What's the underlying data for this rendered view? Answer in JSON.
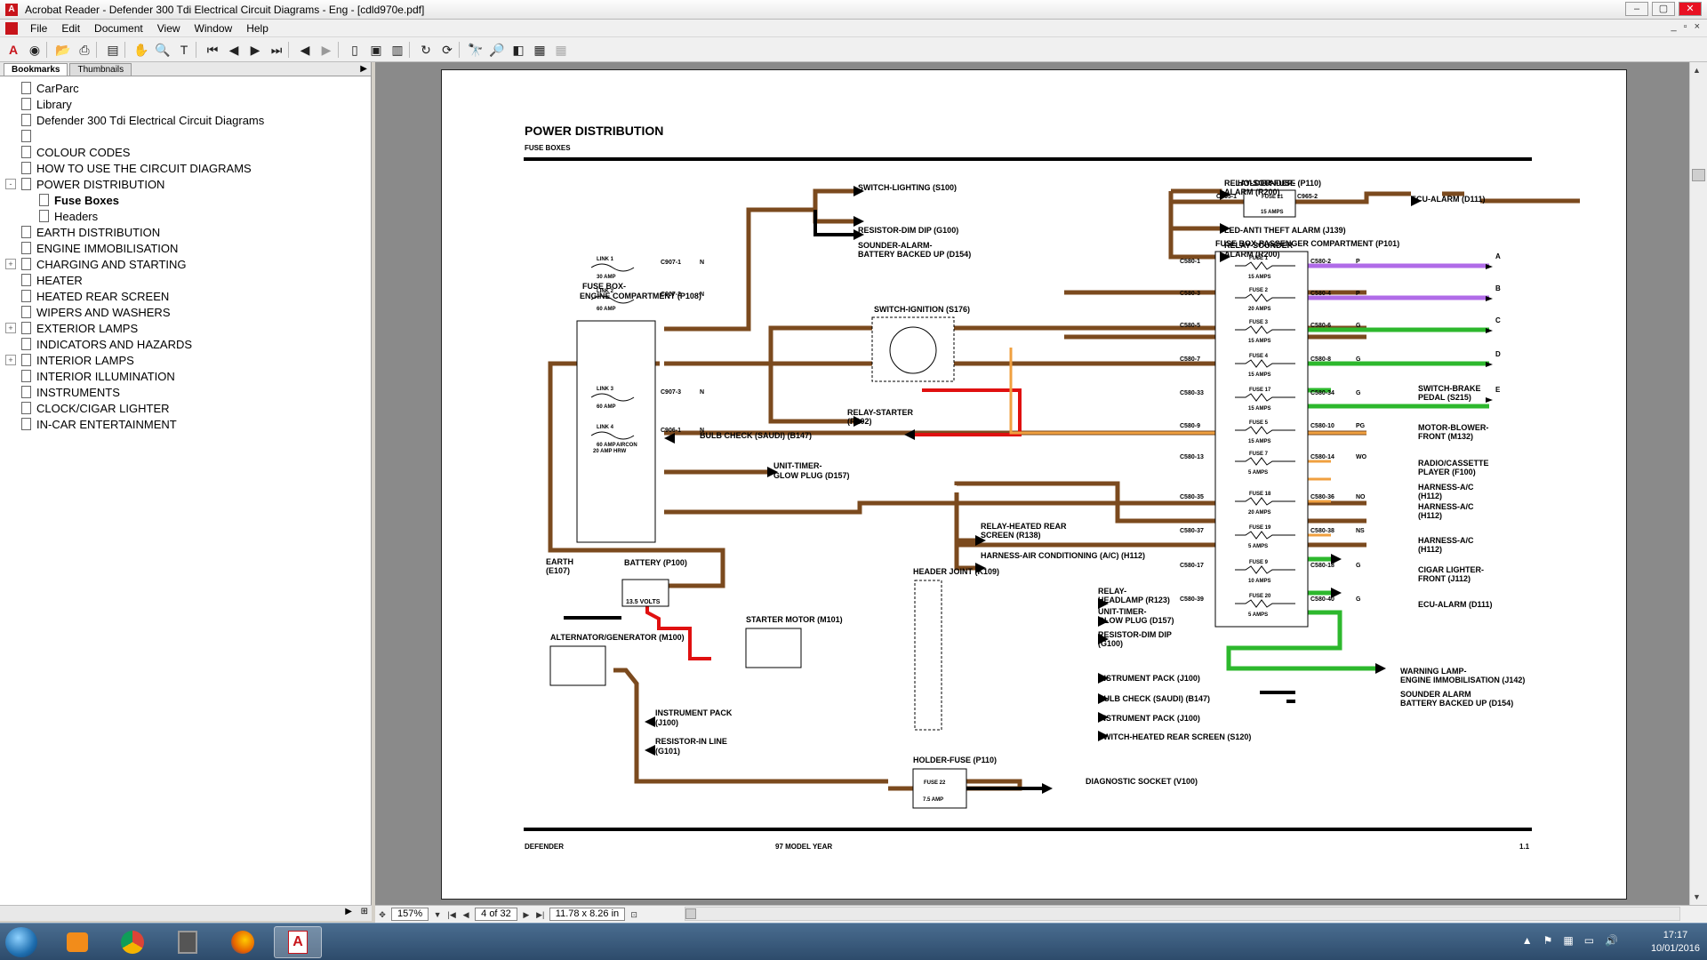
{
  "window": {
    "title": "Acrobat Reader - Defender 300 Tdi Electrical Circuit Diagrams - Eng - [cdld970e.pdf]",
    "app_icon": "acrobat-icon"
  },
  "menu": {
    "items": [
      "File",
      "Edit",
      "Document",
      "View",
      "Window",
      "Help"
    ]
  },
  "sidebar": {
    "tabs": [
      "Bookmarks",
      "Thumbnails"
    ],
    "items": [
      {
        "label": "CarParc",
        "expand": ""
      },
      {
        "label": "Library",
        "expand": ""
      },
      {
        "label": "Defender 300 Tdi Electrical Circuit Diagrams",
        "expand": ""
      },
      {
        "label": "",
        "expand": ""
      },
      {
        "label": "COLOUR CODES",
        "expand": ""
      },
      {
        "label": "HOW TO USE THE CIRCUIT DIAGRAMS",
        "expand": ""
      },
      {
        "label": "POWER DISTRIBUTION",
        "expand": "-"
      },
      {
        "label": "Fuse Boxes",
        "expand": "",
        "child": true,
        "bold": true
      },
      {
        "label": "Headers",
        "expand": "",
        "child": true
      },
      {
        "label": "EARTH DISTRIBUTION",
        "expand": ""
      },
      {
        "label": "ENGINE IMMOBILISATION",
        "expand": ""
      },
      {
        "label": "CHARGING AND STARTING",
        "expand": "+"
      },
      {
        "label": "HEATER",
        "expand": ""
      },
      {
        "label": "HEATED REAR SCREEN",
        "expand": ""
      },
      {
        "label": "WIPERS AND WASHERS",
        "expand": ""
      },
      {
        "label": "EXTERIOR LAMPS",
        "expand": "+"
      },
      {
        "label": "INDICATORS AND HAZARDS",
        "expand": ""
      },
      {
        "label": "INTERIOR LAMPS",
        "expand": "+"
      },
      {
        "label": "INTERIOR ILLUMINATION",
        "expand": ""
      },
      {
        "label": "INSTRUMENTS",
        "expand": ""
      },
      {
        "label": "CLOCK/CIGAR LIGHTER",
        "expand": ""
      },
      {
        "label": "IN-CAR ENTERTAINMENT",
        "expand": ""
      }
    ]
  },
  "statusbar": {
    "zoom": "157%",
    "page": "4 of 32",
    "size": "11.78 x 8.26 in"
  },
  "taskbar": {
    "time": "17:17",
    "date": "10/01/2016"
  },
  "diagram": {
    "title": "POWER DISTRIBUTION",
    "subtitle": "FUSE BOXES",
    "footer_left": "DEFENDER",
    "footer_mid": "97 MODEL YEAR",
    "footer_right": "1.1",
    "labels": {
      "fusebox_engine": "FUSE BOX-",
      "fusebox_engine2": "ENGINE COMPARTMENT (P108)",
      "fusebox_pass": "FUSE BOX-PASSENGER COMPARTMENT (P101)",
      "holder_p110_top": "HOLDER-FUSE (P110)",
      "holder_p110_bot": "HOLDER-FUSE (P110)",
      "switch_ign": "SWITCH-IGNITION (S176)",
      "header_joint": "HEADER JOINT (K109)",
      "battery": "BATTERY (P100)",
      "battery_volts": "13.5 VOLTS",
      "earth": "EARTH",
      "earth2": "(E107)",
      "alternator": "ALTERNATOR/GENERATOR (M100)",
      "starter": "STARTER MOTOR (M101)",
      "sw_lighting": "SWITCH-LIGHTING (S100)",
      "res_dim": "RESISTOR-DIM DIP (G100)",
      "sounder1": "SOUNDER-ALARM-",
      "sounder2": "BATTERY BACKED UP (D154)",
      "relay_sounder1": "RELAY-SOUNDER-",
      "relay_sounder2": "ALARM (R200)",
      "led_anti": "LED-ANTI THEFT ALARM (J139)",
      "ecu_alarm_top": "ECU-ALARM (D111)",
      "relay_starter1": "RELAY-STARTER",
      "relay_starter2": "(R102)",
      "bulb_check": "BULB CHECK (SAUDI) (B147)",
      "unit_timer1": "UNIT-TIMER-",
      "unit_timer2": "GLOW PLUG (D157)",
      "relay_hrs1": "RELAY-HEATED REAR",
      "relay_hrs2": "SCREEN (R138)",
      "harness_ac": "HARNESS-AIR CONDITIONING (A/C) (H112)",
      "sw_brake1": "SWITCH-BRAKE",
      "sw_brake2": "PEDAL (S215)",
      "motor_blower1": "MOTOR-BLOWER-",
      "motor_blower2": "FRONT (M132)",
      "radio1": "RADIO/CASSETTE",
      "radio2": "PLAYER (F100)",
      "harness1a": "HARNESS-A/C",
      "harness1b": "(H112)",
      "harness2a": "HARNESS-A/C",
      "harness2b": "(H112)",
      "harness3a": "HARNESS-A/C",
      "harness3b": "(H112)",
      "cigar1": "CIGAR LIGHTER-",
      "cigar2": "FRONT (J112)",
      "ecu_alarm_mid": "ECU-ALARM (D111)",
      "warning1": "WARNING LAMP-",
      "warning2": "ENGINE IMMOBILISATION (J142)",
      "sounder_b1": "SOUNDER ALARM",
      "sounder_b2": "BATTERY BACKED UP (D154)",
      "relay_head1": "RELAY-",
      "relay_head2": "HEADLAMP (R123)",
      "unit_timer_b1": "UNIT-TIMER-",
      "unit_timer_b2": "GLOW PLUG (D157)",
      "res_dim_b1": "RESISTOR-DIM DIP",
      "res_dim_b2": "(G100)",
      "instr_pack1": "INSTRUMENT PACK (J100)",
      "bulb_check2": "BULB CHECK (SAUDI) (B147)",
      "instr_pack2": "INSTRUMENT PACK (J100)",
      "sw_hrs": "SWITCH-HEATED REAR SCREEN (S120)",
      "instr_pack3a": "INSTRUMENT PACK",
      "instr_pack3b": "(J100)",
      "res_inline1": "RESISTOR-IN LINE",
      "res_inline2": "(G101)",
      "diag_socket": "DIAGNOSTIC SOCKET (V100)"
    },
    "links": [
      {
        "name": "LINK 1",
        "amp": "30 AMP",
        "conn": "C907-1",
        "wire": "N"
      },
      {
        "name": "LINK 2",
        "amp": "60 AMP",
        "conn": "C907-2",
        "wire": "N"
      },
      {
        "name": "LINK 3",
        "amp": "60 AMP",
        "conn": "C907-3",
        "wire": "N"
      },
      {
        "name": "LINK 4",
        "amp": "60 AMP",
        "conn": "C906-1",
        "wire": "N"
      }
    ],
    "link4_extra": "AIRCON",
    "link4_extra2": "20 AMP HRW",
    "fuses": [
      {
        "name": "FUSE 1",
        "amp": "15 AMPS",
        "in": "C580-1",
        "out": "C580-2",
        "col": "P"
      },
      {
        "name": "FUSE 2",
        "amp": "20 AMPS",
        "in": "C580-3",
        "out": "C580-4",
        "col": "P"
      },
      {
        "name": "FUSE 3",
        "amp": "15 AMPS",
        "in": "C580-5",
        "out": "C580-6",
        "col": "G"
      },
      {
        "name": "FUSE 4",
        "amp": "15 AMPS",
        "in": "C580-7",
        "out": "C580-8",
        "col": "G"
      },
      {
        "name": "FUSE 17",
        "amp": "15 AMPS",
        "in": "C580-33",
        "out": "C580-34",
        "col": "G"
      },
      {
        "name": "FUSE 5",
        "amp": "15 AMPS",
        "in": "C580-9",
        "out": "C580-10",
        "col": "PG"
      },
      {
        "name": "FUSE 7",
        "amp": "5 AMPS",
        "in": "C580-13",
        "out": "C580-14",
        "col": "WO"
      },
      {
        "name": "FUSE 18",
        "amp": "20 AMPS",
        "in": "C580-35",
        "out": "C580-36",
        "col": "NO"
      },
      {
        "name": "FUSE 19",
        "amp": "5 AMPS",
        "in": "C580-37",
        "out": "C580-38",
        "col": "NS"
      },
      {
        "name": "FUSE 9",
        "amp": "10 AMPS",
        "in": "C580-17",
        "out": "C580-18",
        "col": "G"
      },
      {
        "name": "FUSE 20",
        "amp": "5 AMPS",
        "in": "C580-39",
        "out": "C580-40",
        "col": "G"
      }
    ],
    "end_letters": [
      "A",
      "B",
      "C",
      "D",
      "E"
    ],
    "colors": {
      "brown": "#7b4a1e",
      "purple": "#b06be8",
      "green": "#2db82d",
      "red": "#e01010",
      "orange": "#f0a040",
      "black": "#000000"
    }
  }
}
